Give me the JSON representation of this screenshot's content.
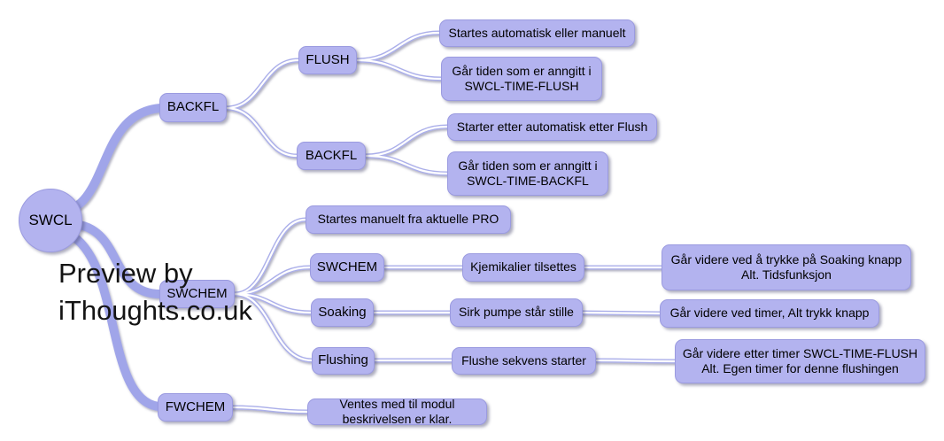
{
  "watermark": {
    "line1": "Preview by",
    "line2": "iThoughts.co.uk"
  },
  "colors": {
    "node_fill": "#b3b3ef",
    "node_border": "#9b9be0",
    "branch": "#a0a5e9",
    "connector_outline": "#abafea",
    "connector_core": "#ffffff",
    "text": "#000000",
    "background": "#ffffff"
  },
  "mindmap": {
    "root_label": "SWCL",
    "branches": [
      {
        "label": "BACKFL",
        "children": [
          {
            "label": "FLUSH",
            "children": [
              {
                "label": "Startes automatisk eller manuelt"
              },
              {
                "label": "Går tiden som er anngitt i\nSWCL-TIME-FLUSH"
              }
            ]
          },
          {
            "label": "BACKFL",
            "children": [
              {
                "label": "Starter etter automatisk etter Flush"
              },
              {
                "label": "Går tiden som er anngitt i\nSWCL-TIME-BACKFL"
              }
            ]
          }
        ]
      },
      {
        "label": "SWCHEM",
        "children": [
          {
            "label": "Startes manuelt fra aktuelle PRO"
          },
          {
            "label": "SWCHEM",
            "children": [
              {
                "label": "Kjemikalier tilsettes",
                "children": [
                  {
                    "label": "Går videre ved å trykke på Soaking knapp\nAlt. Tidsfunksjon"
                  }
                ]
              }
            ]
          },
          {
            "label": "Soaking",
            "children": [
              {
                "label": "Sirk pumpe står stille",
                "children": [
                  {
                    "label": "Går videre ved timer, Alt trykk knapp"
                  }
                ]
              }
            ]
          },
          {
            "label": "Flushing",
            "children": [
              {
                "label": "Flushe sekvens starter",
                "children": [
                  {
                    "label": "Går videre etter timer SWCL-TIME-FLUSH\nAlt. Egen timer for denne flushingen"
                  }
                ]
              }
            ]
          }
        ]
      },
      {
        "label": "FWCHEM",
        "children": [
          {
            "label": "Ventes med til modul beskrivelsen er klar."
          }
        ]
      }
    ]
  }
}
